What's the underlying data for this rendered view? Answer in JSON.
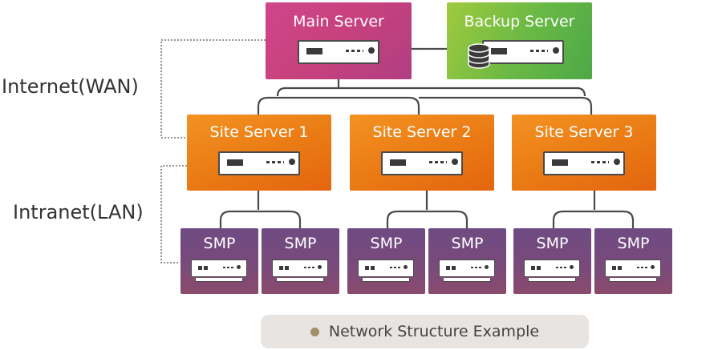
{
  "labels": {
    "internet": "Internet(WAN)",
    "intranet": "Intranet(LAN)"
  },
  "nodes": {
    "main_server": "Main Server",
    "backup_server": "Backup Server",
    "site_servers": [
      "Site Server 1",
      "Site Server 2",
      "Site Server 3"
    ],
    "smp": [
      "SMP",
      "SMP",
      "SMP",
      "SMP",
      "SMP",
      "SMP"
    ]
  },
  "caption": "Network Structure Example",
  "colors": {
    "main_server": "#c8427d",
    "backup_server": "#68b845",
    "site_server": "#ea7a14",
    "smp": "#7a4a7a",
    "connector": "#4a4a4a",
    "caption_bg": "#e8e4e1",
    "caption_dot": "#a38e6c"
  },
  "icons": {
    "server": "server-device-icon",
    "smp": "smp-device-icon",
    "database": "database-icon"
  }
}
